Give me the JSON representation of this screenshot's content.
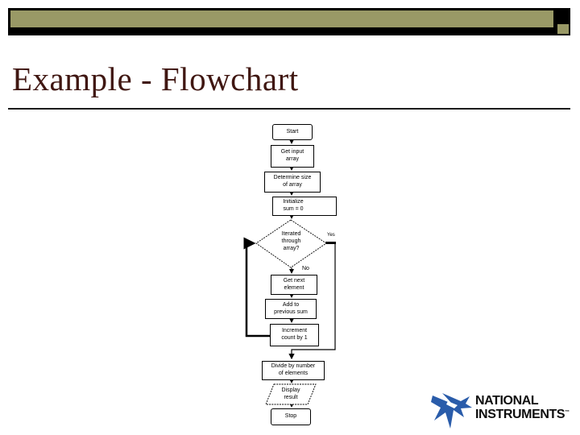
{
  "slide": {
    "title": "Example - Flowchart"
  },
  "flowchart": {
    "nodes": {
      "start": {
        "label": "Start",
        "type": "terminal"
      },
      "get_input": {
        "line1": "Get input",
        "line2": "array",
        "type": "process"
      },
      "determine": {
        "line1": "Determine size",
        "line2": "of array",
        "type": "process"
      },
      "initialize": {
        "line1": "Initialize",
        "line2": "sum = 0",
        "type": "process"
      },
      "decision": {
        "line1": "Iterated",
        "line2": "through",
        "line3": "array?",
        "type": "decision"
      },
      "get_next": {
        "line1": "Get next",
        "line2": "element",
        "type": "process"
      },
      "add": {
        "line1": "Add to",
        "line2": "previous sum",
        "type": "process"
      },
      "increment": {
        "line1": "Increment",
        "line2": "count by 1",
        "type": "process"
      },
      "divide": {
        "line1": "Divide by number",
        "line2": "of elements",
        "type": "process"
      },
      "display": {
        "line1": "Display",
        "line2": "result",
        "type": "input-output"
      },
      "stop": {
        "label": "Stop",
        "type": "terminal"
      }
    },
    "branch_labels": {
      "yes": "Yes",
      "no": "No"
    },
    "edges": [
      {
        "from": "start",
        "to": "get_input"
      },
      {
        "from": "get_input",
        "to": "determine"
      },
      {
        "from": "determine",
        "to": "initialize"
      },
      {
        "from": "initialize",
        "to": "decision"
      },
      {
        "from": "decision",
        "to": "get_next",
        "label": "No"
      },
      {
        "from": "get_next",
        "to": "add"
      },
      {
        "from": "add",
        "to": "increment"
      },
      {
        "from": "increment",
        "to": "decision"
      },
      {
        "from": "decision",
        "to": "divide",
        "label": "Yes"
      },
      {
        "from": "divide",
        "to": "display"
      },
      {
        "from": "display",
        "to": "stop"
      }
    ]
  },
  "logo": {
    "line1": "NATIONAL",
    "line2": "INSTRUMENTS",
    "trademark": "™"
  },
  "colors": {
    "banner_olive": "#999966",
    "banner_black": "#000000",
    "title_maroon": "#401712",
    "ni_blue": "#2a5caa"
  }
}
